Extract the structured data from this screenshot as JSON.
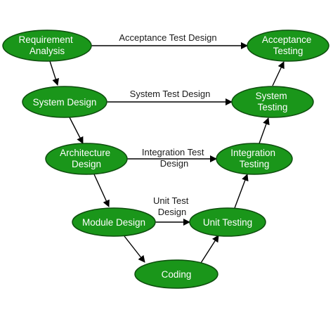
{
  "colors": {
    "node_fill": "#1a961a",
    "node_stroke": "#0d4d0d",
    "node_text": "#ffffff",
    "edge": "#000000",
    "label_text": "#1a1a1a",
    "background": "#ffffff"
  },
  "nodes": {
    "requirement_analysis": {
      "line1": "Requirement",
      "line2": "Analysis"
    },
    "system_design": {
      "line1": "System Design"
    },
    "architecture_design": {
      "line1": "Architecture",
      "line2": "Design"
    },
    "module_design": {
      "line1": "Module Design"
    },
    "coding": {
      "line1": "Coding"
    },
    "unit_testing": {
      "line1": "Unit Testing"
    },
    "integration_testing": {
      "line1": "Integration",
      "line2": "Testing"
    },
    "system_testing": {
      "line1": "System",
      "line2": "Testing"
    },
    "acceptance_testing": {
      "line1": "Acceptance",
      "line2": "Testing"
    }
  },
  "edge_labels": {
    "acceptance_test_design": {
      "line1": "Acceptance Test Design"
    },
    "system_test_design": {
      "line1": "System Test Design"
    },
    "integration_test_design": {
      "line1": "Integration Test",
      "line2": "Design"
    },
    "unit_test_design": {
      "line1": "Unit Test",
      "line2": "Design"
    }
  }
}
